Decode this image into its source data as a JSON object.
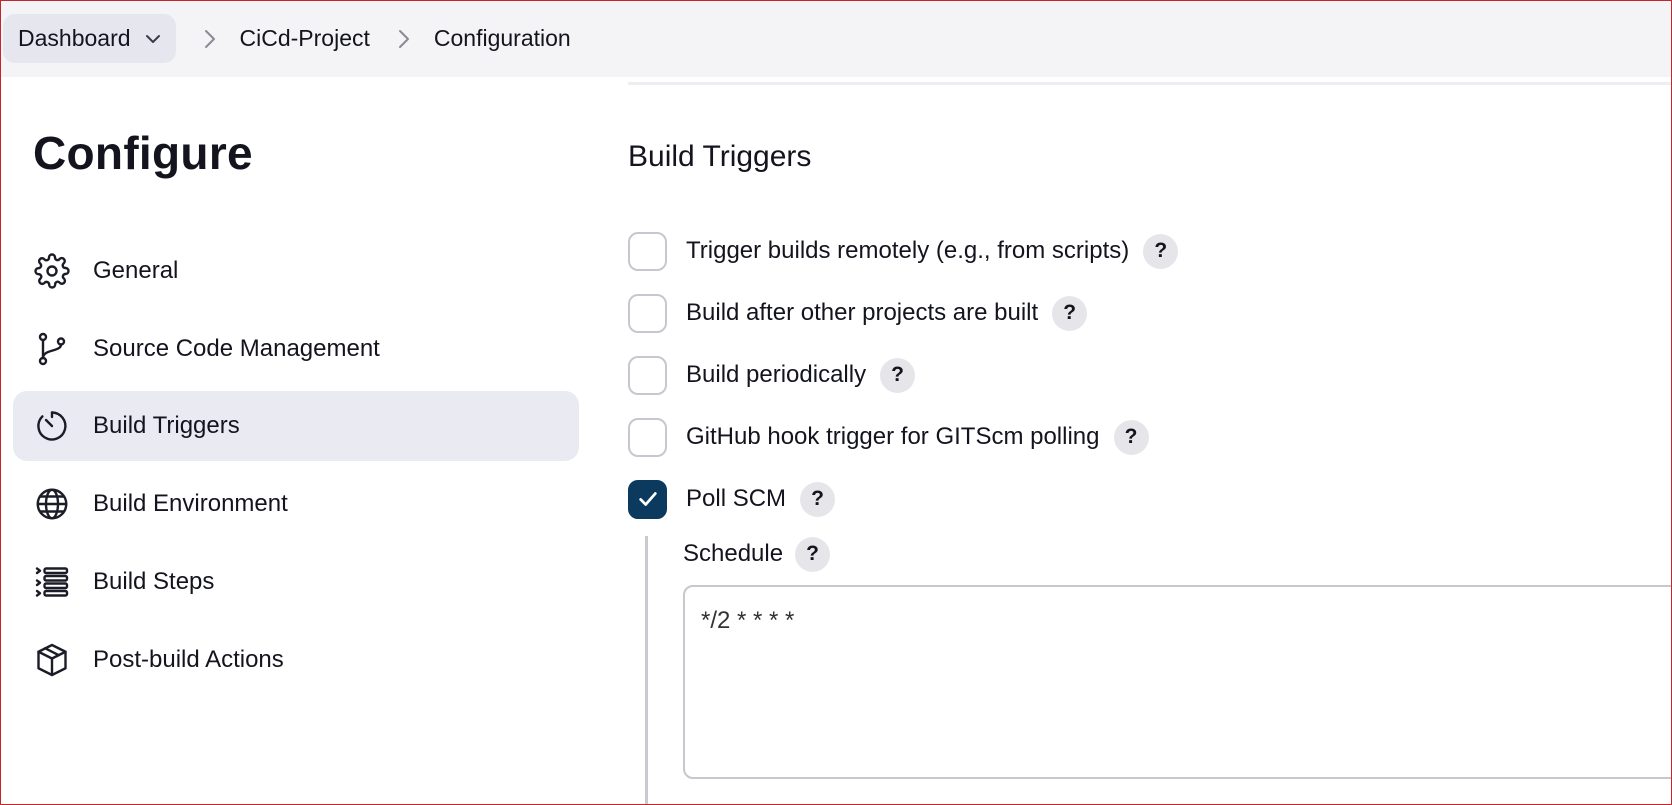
{
  "breadcrumb": {
    "items": [
      "Dashboard",
      "CiCd-Project",
      "Configuration"
    ]
  },
  "sidebar": {
    "title": "Configure",
    "items": [
      {
        "label": "General",
        "icon": "gear-icon"
      },
      {
        "label": "Source Code Management",
        "icon": "branch-icon"
      },
      {
        "label": "Build Triggers",
        "icon": "timer-icon",
        "active": true
      },
      {
        "label": "Build Environment",
        "icon": "globe-icon"
      },
      {
        "label": "Build Steps",
        "icon": "list-steps-icon"
      },
      {
        "label": "Post-build Actions",
        "icon": "package-icon"
      }
    ]
  },
  "main": {
    "section_title": "Build Triggers",
    "triggers": [
      {
        "label": "Trigger builds remotely (e.g., from scripts)",
        "checked": false
      },
      {
        "label": "Build after other projects are built",
        "checked": false
      },
      {
        "label": "Build periodically",
        "checked": false
      },
      {
        "label": "GitHub hook trigger for GITScm polling",
        "checked": false
      },
      {
        "label": "Poll SCM",
        "checked": true
      }
    ],
    "help_label": "?",
    "schedule": {
      "label": "Schedule",
      "value": "*/2 * * * *"
    }
  },
  "colors": {
    "accent": "#0b3a5e",
    "active_nav_bg": "#eaebf2",
    "topbar_bg": "#f4f4f7",
    "frame_border": "#c0282e"
  }
}
